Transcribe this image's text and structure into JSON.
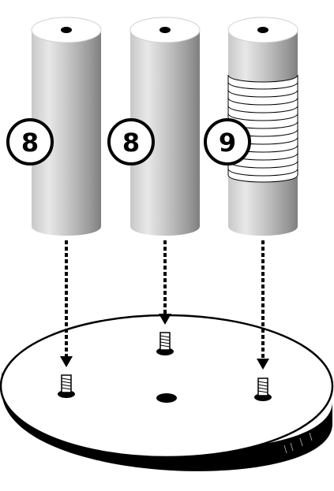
{
  "diagram": {
    "colors": {
      "line": "#000000",
      "background": "#ffffff",
      "cylinder_light": "#f2f2f2",
      "cylinder_dark": "#7d7d7d",
      "base_side": "#000000"
    },
    "cylinders": [
      {
        "callout": "8",
        "wrapped": false
      },
      {
        "callout": "8",
        "wrapped": false
      },
      {
        "callout": "9",
        "wrapped": true
      }
    ],
    "screws": 3,
    "center_hole": true
  }
}
